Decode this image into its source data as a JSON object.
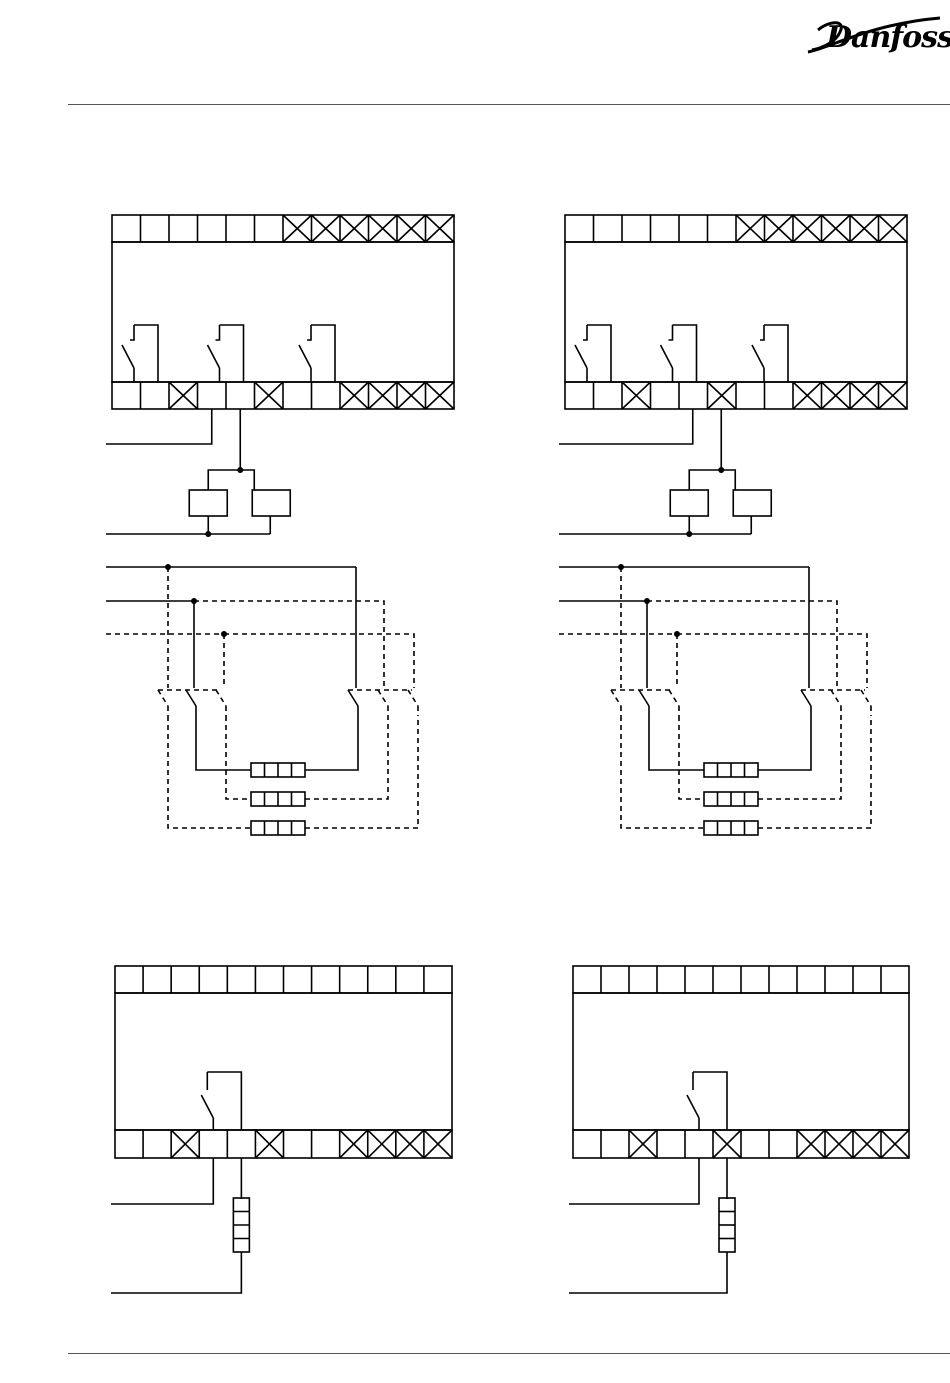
{
  "header": {
    "brand_logo": "Danfoss"
  },
  "diagrams": [
    {
      "id": "top-left",
      "variant": "relay",
      "crossed_top": [
        7,
        8,
        9,
        10,
        11,
        12
      ],
      "crossed_bottom": [
        3,
        6,
        9,
        10,
        11,
        12
      ]
    },
    {
      "id": "top-right",
      "variant": "relay",
      "crossed_top": [
        7,
        8,
        9,
        10,
        11,
        12
      ],
      "crossed_bottom": [
        3,
        6,
        9,
        10,
        11,
        12
      ]
    },
    {
      "id": "bottom-left",
      "variant": "single",
      "crossed_top": [],
      "crossed_bottom": [
        3,
        6,
        9,
        10,
        11,
        12
      ]
    },
    {
      "id": "bottom-right",
      "variant": "single",
      "crossed_top": [],
      "crossed_bottom": [
        3,
        6,
        9,
        10,
        11,
        12
      ]
    }
  ]
}
